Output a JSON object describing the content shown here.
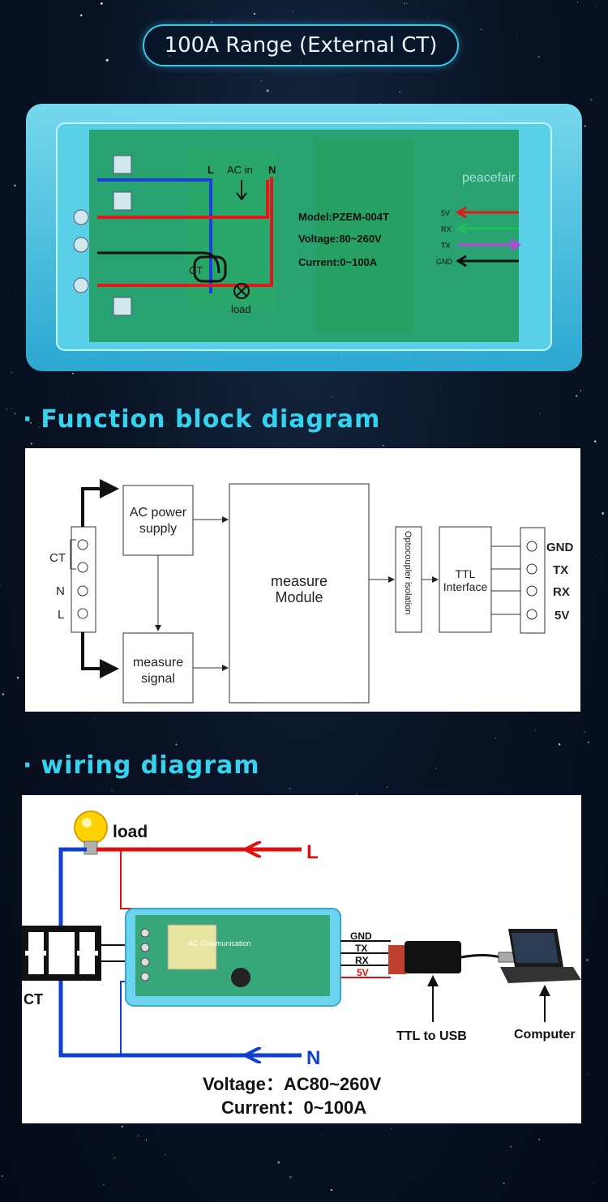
{
  "header": {
    "title": "100A Range (External CT)"
  },
  "device_photo": {
    "labels": {
      "L": "L",
      "ac_in": "AC in",
      "N": "N",
      "CT": "CT",
      "load": "load",
      "brand": "peacefair",
      "model": "Model:PZEM-004T",
      "voltage": "Voltage:80~260V",
      "current": "Current:0~100A",
      "gnd": "GND",
      "tx": "TX",
      "rx": "RX",
      "v5": "5V"
    }
  },
  "sections": {
    "function_block": "Function block diagram",
    "wiring": "wiring diagram"
  },
  "block_diagram": {
    "terminals": [
      "CT",
      "N",
      "L"
    ],
    "ac_power_supply": [
      "AC power",
      "supply"
    ],
    "measure_signal": [
      "measure",
      "signal"
    ],
    "measure_module": [
      "measure",
      "Module"
    ],
    "optocoupler": "Optocoupler isolation",
    "ttl_interface": [
      "TTL",
      "Interface"
    ],
    "pins": [
      "GND",
      "TX",
      "RX",
      "5V"
    ]
  },
  "wiring_diagram": {
    "load": "load",
    "L": "L",
    "N": "N",
    "CT": "CT",
    "pins": [
      "GND",
      "TX",
      "RX",
      "5V"
    ],
    "ttl_to_usb": "TTL to USB",
    "computer": "Computer",
    "voltage": "Voltage：AC80~260V",
    "current": "Current：0~100A",
    "module_text": "AC Communication"
  },
  "colors": {
    "accent": "#35d3f0",
    "live_wire": "#e01010",
    "neutral_wire": "#1040d0"
  }
}
